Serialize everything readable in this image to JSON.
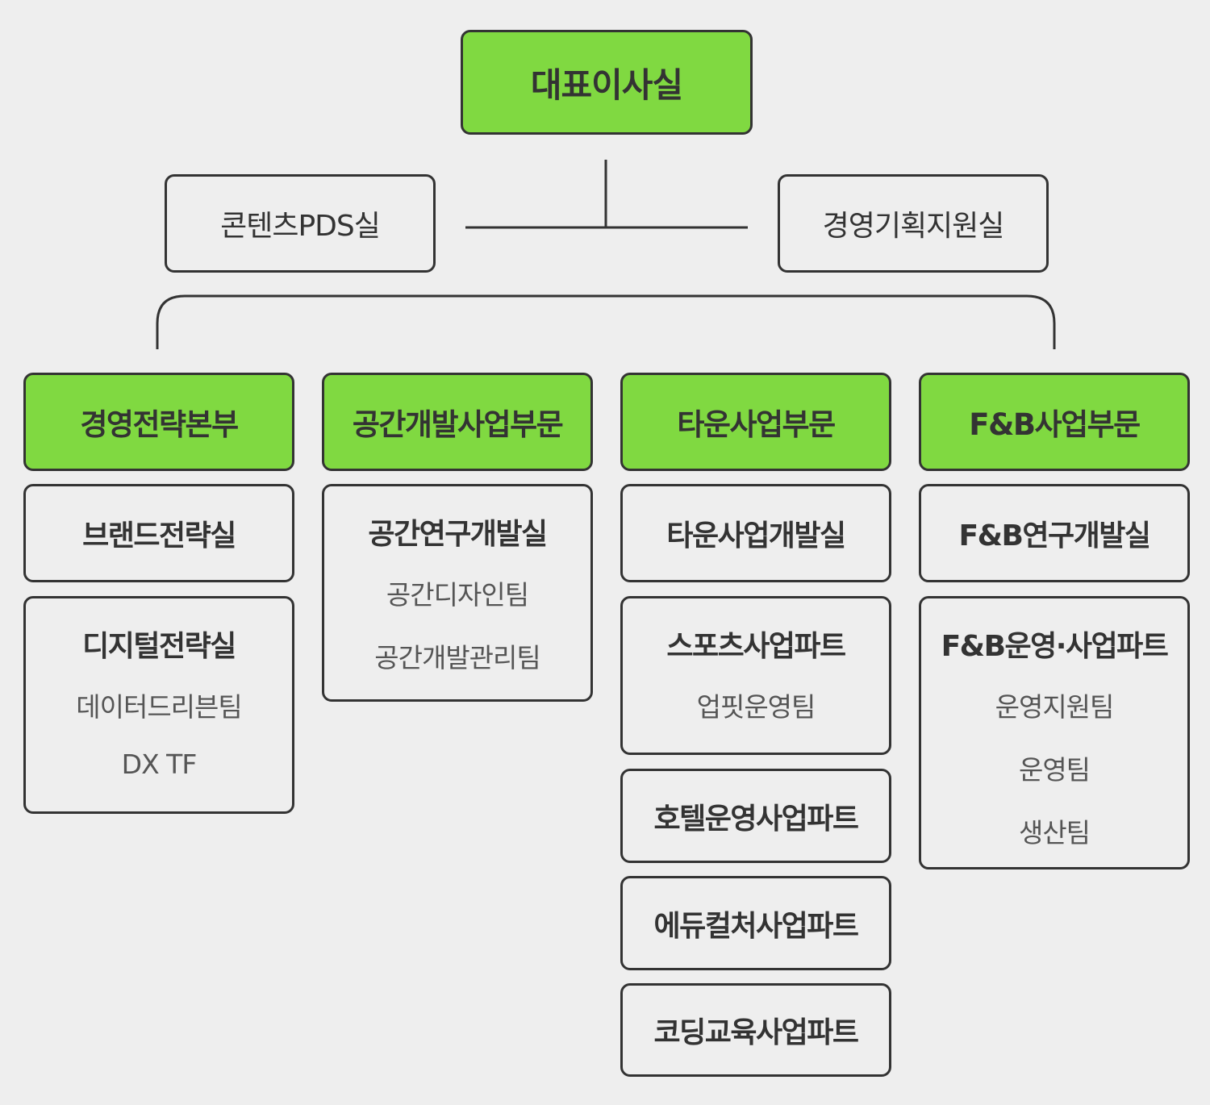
{
  "ceo": "대표이사실",
  "staff_left": "콘텐츠PDS실",
  "staff_right": "경영기획지원실",
  "divisions": [
    {
      "name": "경영전략본부",
      "units": [
        {
          "name": "브랜드전략실",
          "teams": []
        },
        {
          "name": "디지털전략실",
          "teams": [
            "데이터드리븐팀",
            "DX TF"
          ]
        }
      ]
    },
    {
      "name": "공간개발사업부문",
      "units": [
        {
          "name": "공간연구개발실",
          "teams": [
            "공간디자인팀",
            "공간개발관리팀"
          ]
        }
      ]
    },
    {
      "name": "타운사업부문",
      "units": [
        {
          "name": "타운사업개발실",
          "teams": []
        },
        {
          "name": "스포츠사업파트",
          "teams": [
            "업핏운영팀"
          ]
        },
        {
          "name": "호텔운영사업파트",
          "teams": []
        },
        {
          "name": "에듀컬처사업파트",
          "teams": []
        },
        {
          "name": "코딩교육사업파트",
          "teams": []
        }
      ]
    },
    {
      "name": "F&B사업부문",
      "units": [
        {
          "name": "F&B연구개발실",
          "teams": []
        },
        {
          "name": "F&B운영·사업파트",
          "teams": [
            "운영지원팀",
            "운영팀",
            "생산팀"
          ]
        }
      ]
    }
  ],
  "colors": {
    "accent": "#80d941",
    "border": "#333333",
    "background": "#eeeeee"
  }
}
